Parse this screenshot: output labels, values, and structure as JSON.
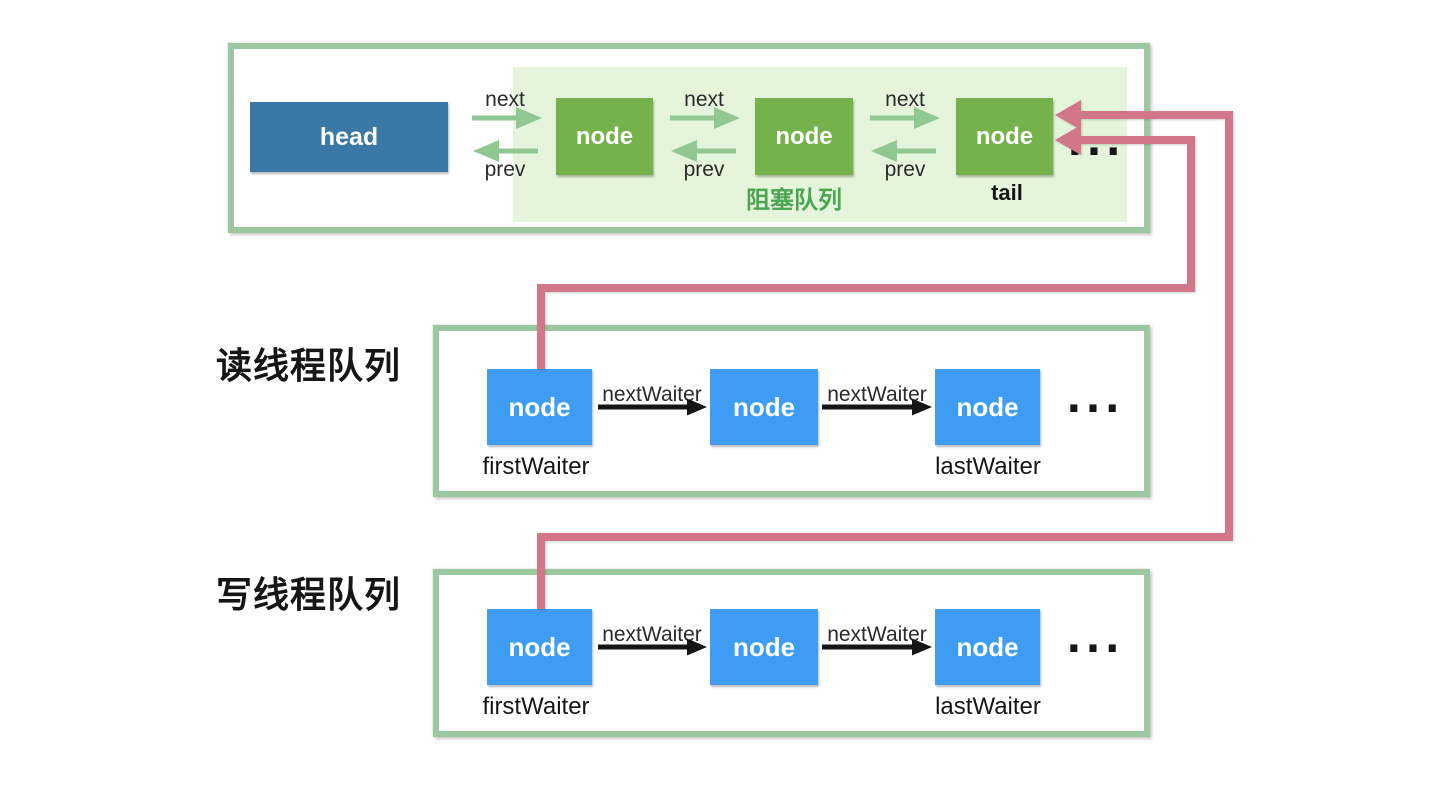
{
  "colors": {
    "page_bg": "#ffffff",
    "box_border": "#9cc8a1",
    "region_bg": "#e5f5dc",
    "head_bg": "#3a79a7",
    "green_node_bg": "#76b24b",
    "blue_node_bg": "#3e9df3",
    "green_arrow": "#90c793",
    "black_arrow": "#151515",
    "red_arrow": "#d27689",
    "region_label_color": "#4da451",
    "label_color": "#161616"
  },
  "blocking_queue": {
    "head_label": "head",
    "node_label": "node",
    "next_label": "next",
    "prev_label": "prev",
    "region_label": "阻塞队列",
    "tail_label": "tail",
    "ellipsis": "..."
  },
  "read_queue": {
    "title": "读线程队列",
    "node_label": "node",
    "edge_label": "nextWaiter",
    "first_label": "firstWaiter",
    "last_label": "lastWaiter",
    "ellipsis": "..."
  },
  "write_queue": {
    "title": "写线程队列",
    "node_label": "node",
    "edge_label": "nextWaiter",
    "first_label": "firstWaiter",
    "last_label": "lastWaiter",
    "ellipsis": "..."
  }
}
